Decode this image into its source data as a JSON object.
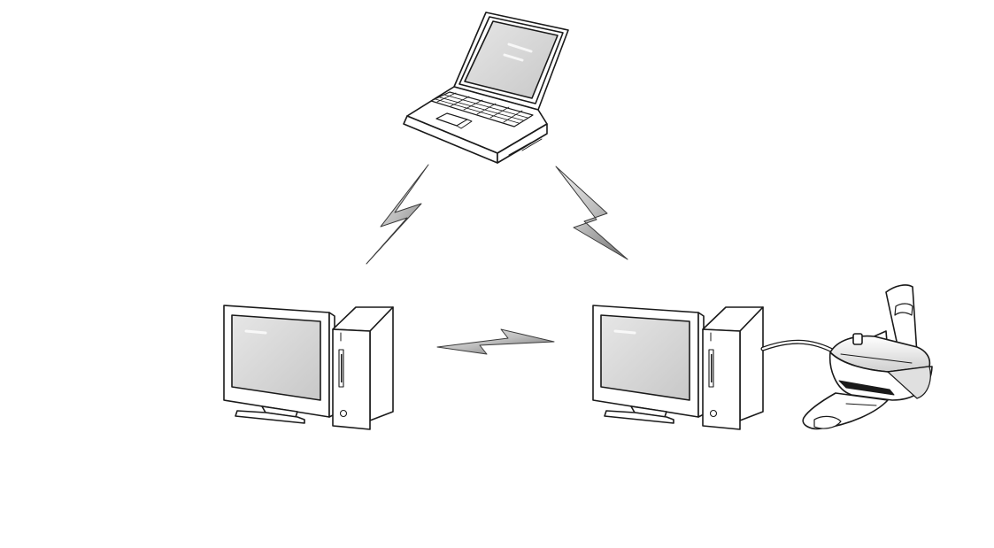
{
  "diagram": {
    "type": "wireless-ad-hoc-network",
    "nodes": [
      {
        "id": "laptop",
        "icon": "laptop-icon"
      },
      {
        "id": "desktop-left",
        "icon": "desktop-computer-icon"
      },
      {
        "id": "desktop-right",
        "icon": "desktop-computer-icon"
      },
      {
        "id": "printer",
        "icon": "printer-icon"
      }
    ],
    "links": [
      {
        "from": "laptop",
        "to": "desktop-left",
        "kind": "wireless",
        "icon": "lightning-bolt-icon"
      },
      {
        "from": "laptop",
        "to": "desktop-right",
        "kind": "wireless",
        "icon": "lightning-bolt-icon"
      },
      {
        "from": "desktop-left",
        "to": "desktop-right",
        "kind": "wireless",
        "icon": "lightning-bolt-icon"
      },
      {
        "from": "desktop-right",
        "to": "printer",
        "kind": "cable",
        "icon": "cable-icon"
      }
    ],
    "colors": {
      "line": "#1a1a1a",
      "fill": "#ffffff",
      "screen": "#d9d9d9",
      "bolt_light": "#f2f2f2",
      "bolt_dark": "#6e6e6e"
    }
  }
}
